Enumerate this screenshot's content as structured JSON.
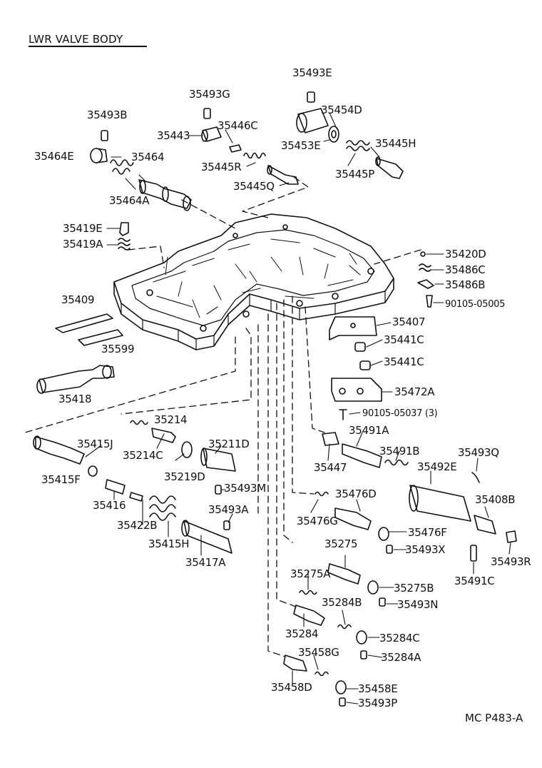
{
  "diagram": {
    "title": "LWR VALVE  BODY",
    "footer_code": "MC  P483-A",
    "parts": {
      "p35493E_top": "35493E",
      "p35493G": "35493G",
      "p35454D": "35454D",
      "p35493B": "35493B",
      "p35443": "35443",
      "p35446C": "35446C",
      "p35453E": "35453E",
      "p35445H": "35445H",
      "p35464E": "35464E",
      "p35464": "35464",
      "p35445R": "35445R",
      "p35445P": "35445P",
      "p35445Q": "35445Q",
      "p35464A": "35464A",
      "p35419E": "35419E",
      "p35419A": "35419A",
      "p35420D": "35420D",
      "p35486C": "35486C",
      "p35486B": "35486B",
      "p90105_05005": "90105-05005",
      "p35409": "35409",
      "p35407": "35407",
      "p35441C_a": "35441C",
      "p35599": "35599",
      "p35441C_b": "35441C",
      "p35418": "35418",
      "p35472A": "35472A",
      "p90105_05037": "90105-05037 (3)",
      "p35214": "35214",
      "p35491A": "35491A",
      "p35415J": "35415J",
      "p35214C": "35214C",
      "p35211D": "35211D",
      "p35491B": "35491B",
      "p35493Q": "35493Q",
      "p35447": "35447",
      "p35492E": "35492E",
      "p35415F": "35415F",
      "p35219D": "35219D",
      "p35493M": "35493M",
      "p35476D": "35476D",
      "p35408B": "35408B",
      "p35416": "35416",
      "p35493A": "35493A",
      "p35476G": "35476G",
      "p35422B": "35422B",
      "p35476F": "35476F",
      "p35415H": "35415H",
      "p35275": "35275",
      "p35493X": "35493X",
      "p35493R": "35493R",
      "p35417A": "35417A",
      "p35275A": "35275A",
      "p35491C": "35491C",
      "p35275B": "35275B",
      "p35284B": "35284B",
      "p35493N": "35493N",
      "p35284": "35284",
      "p35284C": "35284C",
      "p35458G": "35458G",
      "p35284A": "35284A",
      "p35458D": "35458D",
      "p35458E": "35458E",
      "p35493P": "35493P"
    }
  }
}
